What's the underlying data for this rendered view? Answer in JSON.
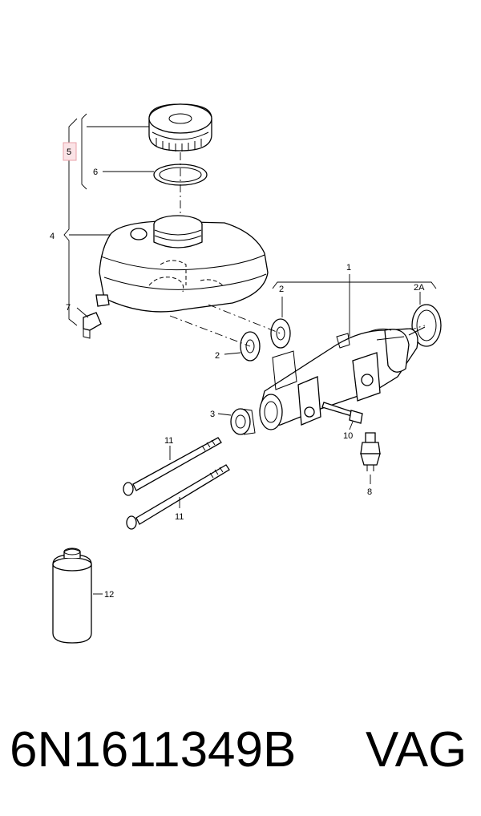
{
  "callouts": {
    "c1": "1",
    "c2a": "2",
    "c2b": "2",
    "c2A": "2A",
    "c3": "3",
    "c4": "4",
    "c5": "5",
    "c6": "6",
    "c7": "7",
    "c8": "8",
    "c10": "10",
    "c11a": "11",
    "c11b": "11",
    "c12": "12"
  },
  "footer": {
    "part_number": "6N1611349B",
    "brand": "VAG"
  },
  "colors": {
    "line": "#000000",
    "highlight_fill": "#fbe3e6",
    "highlight_stroke": "#e8a0a8"
  }
}
